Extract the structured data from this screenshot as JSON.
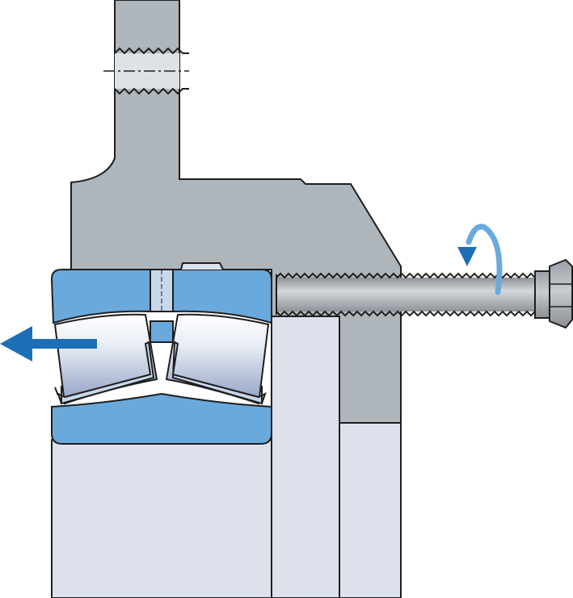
{
  "diagram": {
    "subject": "bearing-dismounting-with-jacking-screw",
    "colors": {
      "housing": "#aeb5bb",
      "shaft": "#dde1ec",
      "ring": "#6aa9dc",
      "roller_light": "#ffffff",
      "roller_dark": "#8f9fc2",
      "screw": "#aeb2b8",
      "arrow": "#1c6fb7",
      "outline": "#1e1e1e"
    },
    "parts": [
      "housing",
      "shaft",
      "sleeve",
      "bearing-outer-ring",
      "bearing-inner-ring",
      "spherical-rollers",
      "cage",
      "jacking-screw",
      "hex-head"
    ],
    "annotations": {
      "motion_arrow": "left",
      "rotation_arrow": "tighten-screw"
    }
  }
}
